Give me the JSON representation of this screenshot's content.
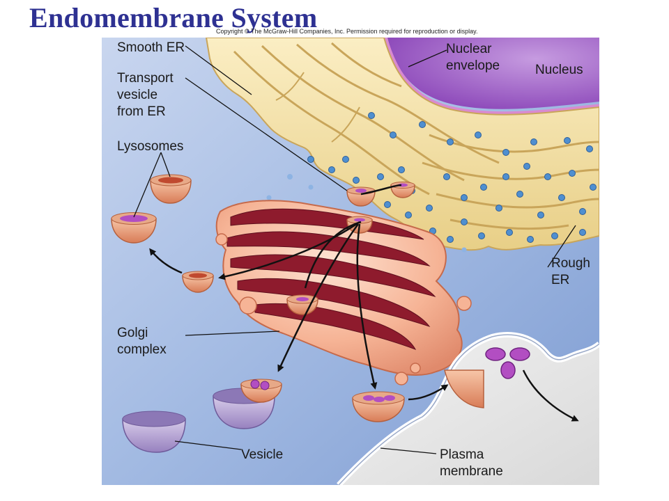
{
  "slide": {
    "title": "Endomembrane System",
    "copyright": "Copyright © The McGraw-Hill Companies, Inc. Permission required for reproduction or display."
  },
  "labels": {
    "smooth_er": "Smooth ER",
    "transport_vesicle": [
      "Transport",
      "vesicle",
      "from ER"
    ],
    "lysosomes": "Lysosomes",
    "nuclear_envelope": [
      "Nuclear",
      "envelope"
    ],
    "nucleus": "Nucleus",
    "rough_er": [
      "Rough",
      "ER"
    ],
    "golgi_complex": [
      "Golgi",
      "complex"
    ],
    "vesicle": "Vesicle",
    "plasma_membrane": [
      "Plasma",
      "membrane"
    ]
  },
  "colors": {
    "title": "#2e3192",
    "cytoplasm": "#a9bfe3",
    "er": "#f3dfa6",
    "nucleus": "#a35ec9",
    "golgi": "#f4b295",
    "golgi_lumen": "#8e1b2d",
    "ribosome": "#4f8fd0",
    "vesicle_purple": "#b9a6d4",
    "extracellular": "#eaeaea"
  }
}
